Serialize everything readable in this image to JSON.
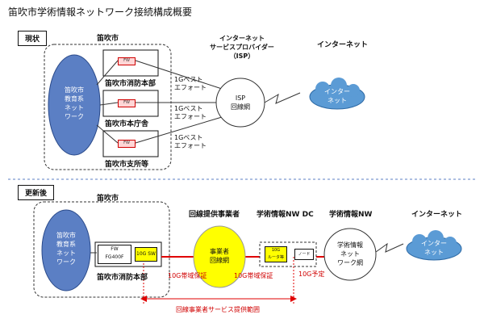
{
  "title": "笛吹市学術情報ネットワーク接続構成概要",
  "current": {
    "tag": "現状",
    "city": "笛吹市",
    "edu_net": [
      "笛吹市",
      "教育系",
      "ネット",
      "ワーク"
    ],
    "fw_label": "FW",
    "sites": [
      "笛吹市消防本部",
      "笛吹市本庁舎",
      "笛吹市支所等"
    ],
    "best_effort": [
      "1Gベスト",
      "エフォート"
    ],
    "isp_title": [
      "インターネット",
      "サービスプロバイダー",
      "（ISP）"
    ],
    "isp_net": [
      "ISP",
      "回線網"
    ],
    "internet_header": "インターネット",
    "cloud": [
      "インター",
      "ネット"
    ]
  },
  "updated": {
    "tag": "更新後",
    "city": "笛吹市",
    "edu_net": [
      "笛吹市",
      "教育系",
      "ネット",
      "ワーク"
    ],
    "fw_box": [
      "FW",
      "FG400F"
    ],
    "sw_box": "10G SW",
    "site": "笛吹市消防本部",
    "provider_header": "回線提供事業者",
    "provider_net": [
      "事業者",
      "回線網"
    ],
    "dc_header": "学術情報NW DC",
    "router": [
      "10G",
      "ルータ等"
    ],
    "node": "ノード",
    "sinet_header": "学術情報NW",
    "sinet_net": [
      "学術情報",
      "ネット",
      "ワーク網"
    ],
    "internet_header": "インターネット",
    "cloud": [
      "インター",
      "ネット"
    ],
    "bw1": "10G帯域保証",
    "bw2": "10G帯域保証",
    "bw3": "10G予定",
    "scope": "回線事業者サービス提供範囲"
  },
  "colors": {
    "edu_blue": "#5b7fc4",
    "cloud_blue": "#5b9bd5",
    "provider_yellow": "#ffff00",
    "line_red": "#e00000"
  }
}
